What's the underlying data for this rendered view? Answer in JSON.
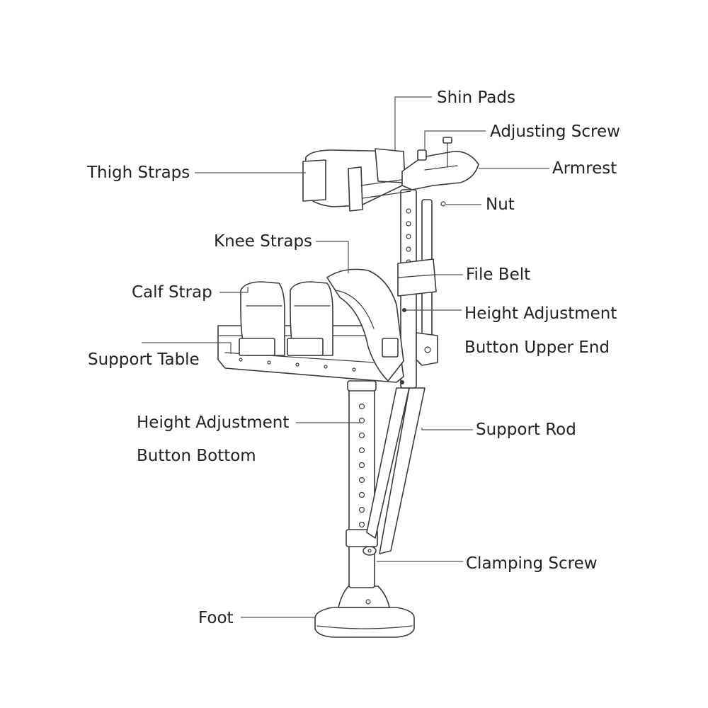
{
  "labels": {
    "shin_pads": "Shin Pads",
    "adjusting_screw": "Adjusting Screw",
    "thigh_straps": "Thigh Straps",
    "armrest": "Armrest",
    "nut": "Nut",
    "knee_straps": "Knee Straps",
    "file_belt": "File Belt",
    "calf_strap": "Calf Strap",
    "height_adjustment_upper_line1": "Height Adjustment",
    "height_adjustment_upper_line2": "Button Upper End",
    "support_table": "Support Table",
    "height_adjustment_bottom_line1": "Height Adjustment",
    "height_adjustment_bottom_line2": "Button Bottom",
    "support_rod": "Support Rod",
    "clamping_screw": "Clamping Screw",
    "foot": "Foot"
  },
  "colors": {
    "line": "#3a3a3a",
    "text": "#222222",
    "background": "#ffffff"
  }
}
